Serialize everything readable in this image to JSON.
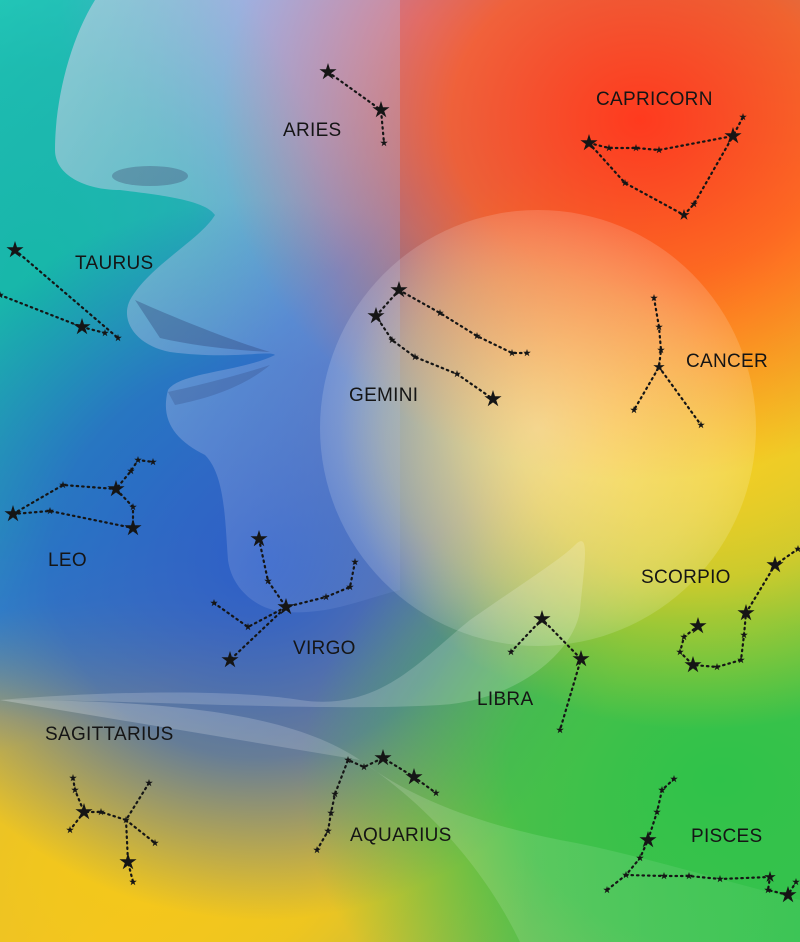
{
  "labels": {
    "aries": "ARIES",
    "capricorn": "CAPRICORN",
    "taurus": "TAURUS",
    "gemini": "GEMINI",
    "cancer": "CANCER",
    "leo": "LEO",
    "virgo": "VIRGO",
    "scorpio": "SCORPIO",
    "libra": "LIBRA",
    "sagittarius": "SAGITTARIUS",
    "aquarius": "AQUARIUS",
    "pisces": "PISCES"
  },
  "colors": {
    "ink": "#151515",
    "moon": "#f0ede0"
  }
}
